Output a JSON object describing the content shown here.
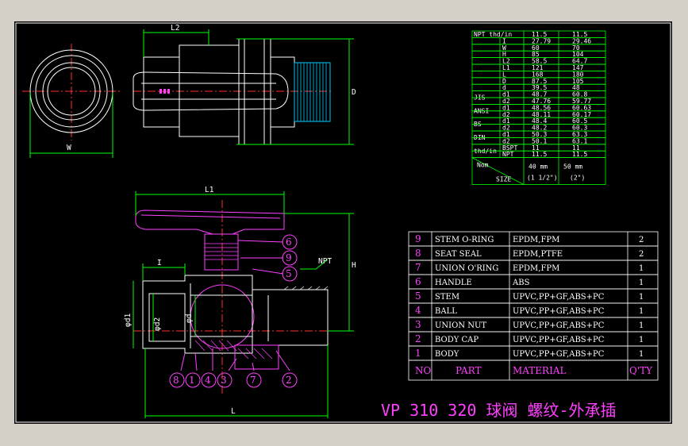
{
  "drawing_title": "VP  310  320  球阀  螺纹-外承插",
  "dimension_labels": {
    "L2": "L2",
    "W": "W",
    "D": "D",
    "L1": "L1",
    "H": "H",
    "I": "I",
    "NPT": "NPT",
    "phi_d1": "φd1",
    "phi_d2": "φd2",
    "phi_d": "φd",
    "L": "L"
  },
  "callout_balloons": {
    "upper": [
      "6",
      "9",
      "5"
    ],
    "bottom": [
      "8",
      "1",
      "4",
      "3",
      "7",
      "2"
    ]
  },
  "size_table": {
    "header": [
      "NPT thd/in",
      "11.5",
      "11.5"
    ],
    "rows": [
      {
        "group": "",
        "sub": "I",
        "v1": "27.79",
        "v2": "29.46"
      },
      {
        "group": "",
        "sub": "W",
        "v1": "60",
        "v2": "70"
      },
      {
        "group": "",
        "sub": "H",
        "v1": "85",
        "v2": "104"
      },
      {
        "group": "",
        "sub": "L2",
        "v1": "58.5",
        "v2": "64.7"
      },
      {
        "group": "",
        "sub": "L1",
        "v1": "121",
        "v2": "147"
      },
      {
        "group": "",
        "sub": "L",
        "v1": "168",
        "v2": "180"
      },
      {
        "group": "",
        "sub": "D",
        "v1": "87.5",
        "v2": "105"
      },
      {
        "group": "",
        "sub": "d",
        "v1": "39.5",
        "v2": "48"
      },
      {
        "group": "JIS",
        "sub": "d1",
        "v1": "48.7",
        "v2": "60.8"
      },
      {
        "group": "",
        "sub": "d2",
        "v1": "47.76",
        "v2": "59.77"
      },
      {
        "group": "ANSI",
        "sub": "d1",
        "v1": "48.56",
        "v2": "60.63"
      },
      {
        "group": "",
        "sub": "d2",
        "v1": "48.11",
        "v2": "60.17"
      },
      {
        "group": "BS",
        "sub": "d1",
        "v1": "48.4",
        "v2": "60.5"
      },
      {
        "group": "",
        "sub": "d2",
        "v1": "48.2",
        "v2": "60.3"
      },
      {
        "group": "DIN",
        "sub": "d1",
        "v1": "50.3",
        "v2": "63.3"
      },
      {
        "group": "",
        "sub": "d2",
        "v1": "50.1",
        "v2": "63.1"
      },
      {
        "group": "thd/in",
        "sub": "BSPT",
        "v1": "11",
        "v2": "11"
      },
      {
        "group": "",
        "sub": "NPT",
        "v1": "11.5",
        "v2": "11.5"
      }
    ],
    "footer": {
      "nom": "Nom",
      "size": "SIZE",
      "c1a": "40 mm",
      "c1b": "(1 1/2\")",
      "c2a": "50 mm",
      "c2b": "(2\")"
    }
  },
  "parts_list": {
    "rows": [
      {
        "no": "9",
        "part": "STEM O-RING",
        "material": "EPDM,FPM",
        "qty": "2"
      },
      {
        "no": "8",
        "part": "SEAT SEAL",
        "material": "EPDM,PTFE",
        "qty": "2"
      },
      {
        "no": "7",
        "part": "UNION O'RING",
        "material": "EPDM,FPM",
        "qty": "1"
      },
      {
        "no": "6",
        "part": "HANDLE",
        "material": "ABS",
        "qty": "1"
      },
      {
        "no": "5",
        "part": "STEM",
        "material": "UPVC,PP+GF,ABS+PC",
        "qty": "1"
      },
      {
        "no": "4",
        "part": "BALL",
        "material": "UPVC,PP+GF,ABS+PC",
        "qty": "1"
      },
      {
        "no": "3",
        "part": "UNION NUT",
        "material": "UPVC,PP+GF,ABS+PC",
        "qty": "1"
      },
      {
        "no": "2",
        "part": "BODY CAP",
        "material": "UPVC,PP+GF,ABS+PC",
        "qty": "1"
      },
      {
        "no": "1",
        "part": "BODY",
        "material": "UPVC,PP+GF,ABS+PC",
        "qty": "1"
      }
    ],
    "header": {
      "no": "NO",
      "part": "PART",
      "material": "MATERIAL",
      "qty": "Q'TY"
    }
  },
  "colors": {
    "background": "#000000",
    "frame": "#d4d0c8",
    "outline": "#ffffff",
    "dimension": "#00ff00",
    "hatch": "#ff40ff",
    "thread": "#00c8ff",
    "center_line": "#ff3030",
    "title": "#ff40ff"
  }
}
